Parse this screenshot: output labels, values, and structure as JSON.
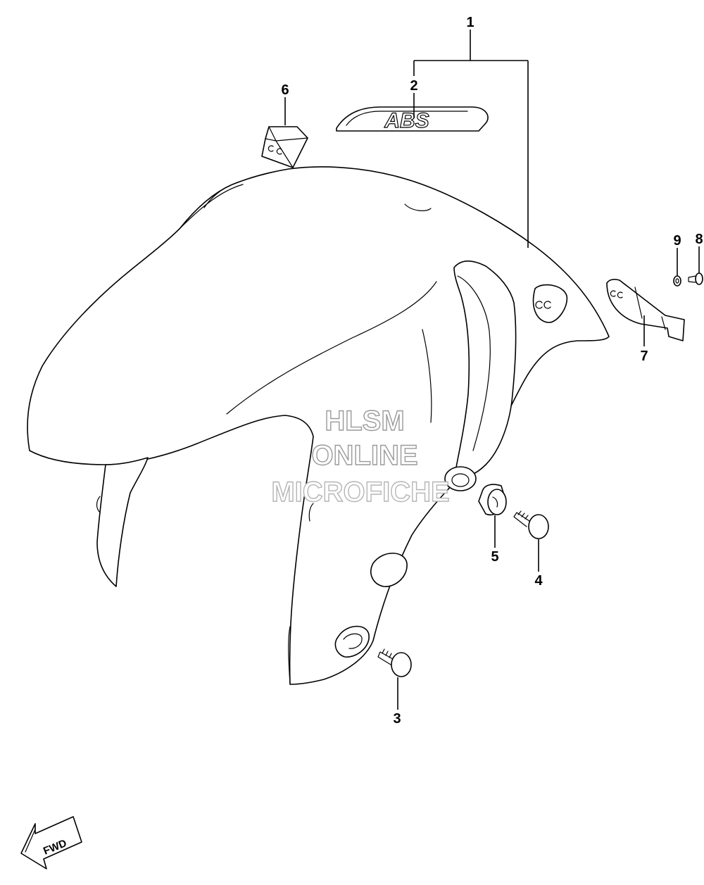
{
  "callouts": [
    {
      "id": "1",
      "label": "1"
    },
    {
      "id": "2",
      "label": "2"
    },
    {
      "id": "3",
      "label": "3"
    },
    {
      "id": "4",
      "label": "4"
    },
    {
      "id": "5",
      "label": "5"
    },
    {
      "id": "6",
      "label": "6"
    },
    {
      "id": "7",
      "label": "7"
    },
    {
      "id": "8",
      "label": "8"
    },
    {
      "id": "9",
      "label": "9"
    }
  ],
  "emblem": {
    "text": "ABS"
  },
  "watermark": {
    "line1": "HLSM",
    "line2": "ONLINE",
    "line3": "MICROFICHE"
  },
  "fwd_arrow": {
    "label": "FWD"
  },
  "colors": {
    "line": "#000000",
    "background": "#ffffff",
    "watermark": "#9a9a9a"
  }
}
